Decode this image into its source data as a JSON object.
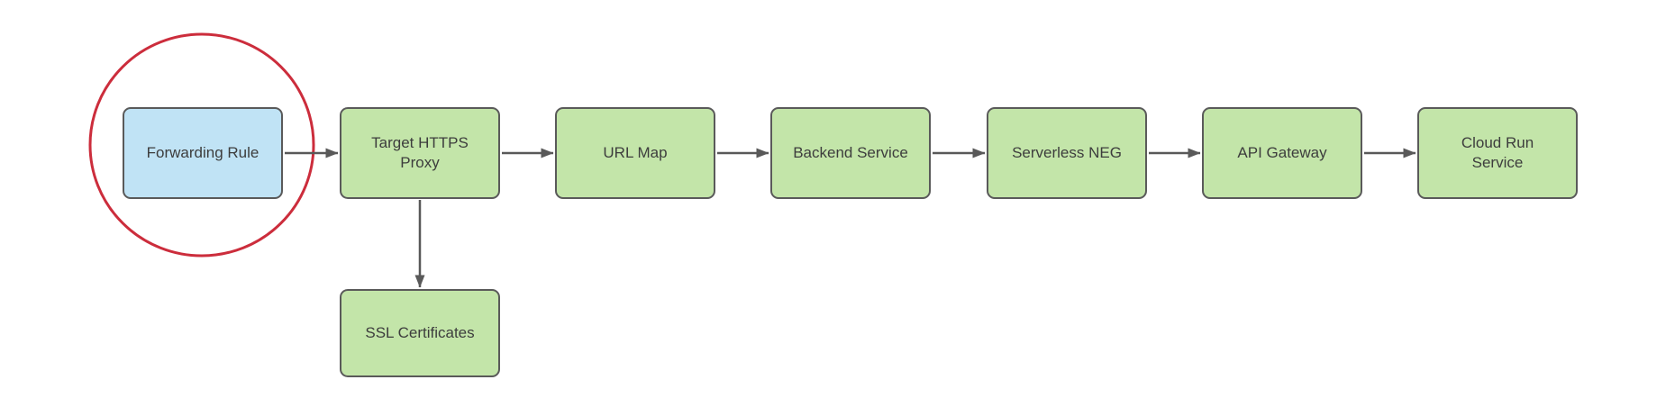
{
  "diagram": {
    "nodes": [
      {
        "id": "forwarding-rule",
        "label": "Forwarding Rule",
        "variant": "blue",
        "highlighted": true
      },
      {
        "id": "target-https-proxy",
        "label": "Target HTTPS\nProxy",
        "variant": "green",
        "highlighted": false
      },
      {
        "id": "url-map",
        "label": "URL Map",
        "variant": "green",
        "highlighted": false
      },
      {
        "id": "backend-service",
        "label": "Backend Service",
        "variant": "green",
        "highlighted": false
      },
      {
        "id": "serverless-neg",
        "label": "Serverless NEG",
        "variant": "green",
        "highlighted": false
      },
      {
        "id": "api-gateway",
        "label": "API Gateway",
        "variant": "green",
        "highlighted": false
      },
      {
        "id": "cloud-run-service",
        "label": "Cloud Run\nService",
        "variant": "green",
        "highlighted": false
      },
      {
        "id": "ssl-certificates",
        "label": "SSL Certificates",
        "variant": "green",
        "highlighted": false
      }
    ],
    "edges": [
      {
        "from": "forwarding-rule",
        "to": "target-https-proxy",
        "direction": "right"
      },
      {
        "from": "target-https-proxy",
        "to": "url-map",
        "direction": "right"
      },
      {
        "from": "url-map",
        "to": "backend-service",
        "direction": "right"
      },
      {
        "from": "backend-service",
        "to": "serverless-neg",
        "direction": "right"
      },
      {
        "from": "serverless-neg",
        "to": "api-gateway",
        "direction": "right"
      },
      {
        "from": "api-gateway",
        "to": "cloud-run-service",
        "direction": "right"
      },
      {
        "from": "target-https-proxy",
        "to": "ssl-certificates",
        "direction": "down"
      }
    ],
    "annotations": [
      {
        "type": "ellipse-highlight",
        "target": "forwarding-rule",
        "color": "#cc2d3c"
      }
    ]
  },
  "colors": {
    "green-fill": "#c3e5a9",
    "blue-fill": "#c0e3f5",
    "node-border": "#5a5a5a",
    "arrow": "#595959",
    "highlight-red": "#cc2d3c",
    "text": "#3d3d3d",
    "background": "#ffffff"
  }
}
